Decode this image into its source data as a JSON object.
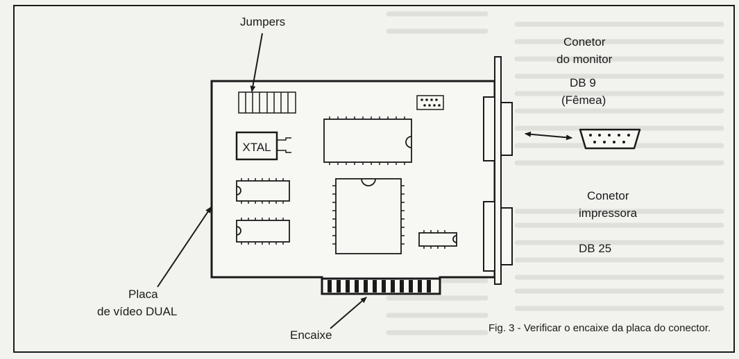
{
  "labels": {
    "jumpers": "Jumpers",
    "monitor_connector_line1": "Conetor",
    "monitor_connector_line2": "do monitor",
    "db9": "DB 9",
    "db9_gender": "(Fêmea)",
    "printer_connector_line1": "Conetor",
    "printer_connector_line2": "impressora",
    "db25": "DB 25",
    "card_line1": "Placa",
    "card_line2": "de vídeo DUAL",
    "slot": "Encaixe",
    "xtal": "XTAL"
  },
  "caption": "Fig. 3 - Verificar o encaixe da placa do conector.",
  "colors": {
    "ink": "#1a1a1a",
    "paper": "#f2f2ef",
    "bleed_text": "#d0d0cb"
  }
}
